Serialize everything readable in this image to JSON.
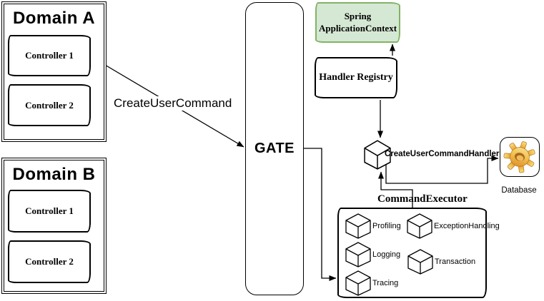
{
  "diagram": {
    "domain_a": {
      "title": "Domain A",
      "controller_1": "Controller 1",
      "controller_2": "Controller 2"
    },
    "domain_b": {
      "title": "Domain B",
      "controller_1": "Controller 1",
      "controller_2": "Controller 2"
    },
    "gate": {
      "label": "GATE"
    },
    "flow": {
      "create_user_command": "CreateUserCommand"
    },
    "spring": {
      "label": "Spring ApplicationContext"
    },
    "handler_registry": {
      "label": "Handler Registry"
    },
    "handler": {
      "label": "CreateUserCommandHandler"
    },
    "executor": {
      "title": "CommandExecutor",
      "items": [
        "Profiling",
        "ExceptionHandling",
        "Logging",
        "Transaction",
        "Tracing"
      ]
    },
    "database": {
      "label": "Database"
    },
    "icons": {
      "cube": "isometric-cube-outline",
      "gear": "orange-3d-gear",
      "arrow": "black-triangle-arrowhead"
    },
    "colors": {
      "background": "#ffffff",
      "line": "#000000",
      "spring_fill": "#d5e8d4",
      "spring_stroke": "#82b366",
      "gear_gold_light": "#f7dc8a",
      "gear_gold": "#f2c14e",
      "gear_gold_dark": "#e0922e",
      "gear_outline": "#b97c22"
    }
  }
}
